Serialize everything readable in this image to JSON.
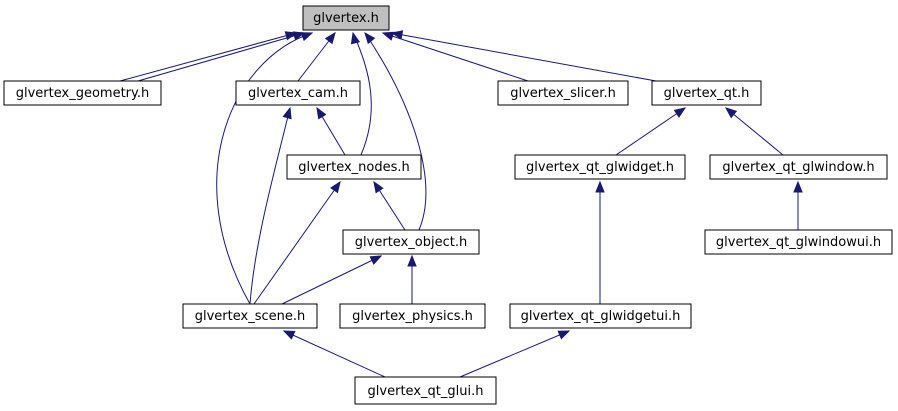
{
  "colors": {
    "edge": "#191970",
    "root_fill": "#bfbfbf",
    "node_fill": "#ffffff",
    "border": "#000000"
  },
  "nodes": {
    "glvertex_h": "glvertex.h",
    "glvertex_geometry_h": "glvertex_geometry.h",
    "glvertex_cam_h": "glvertex_cam.h",
    "glvertex_slicer_h": "glvertex_slicer.h",
    "glvertex_qt_h": "glvertex_qt.h",
    "glvertex_nodes_h": "glvertex_nodes.h",
    "glvertex_qt_glwidget_h": "glvertex_qt_glwidget.h",
    "glvertex_qt_glwindow_h": "glvertex_qt_glwindow.h",
    "glvertex_object_h": "glvertex_object.h",
    "glvertex_qt_glwindowui_h": "glvertex_qt_glwindowui.h",
    "glvertex_scene_h": "glvertex_scene.h",
    "glvertex_physics_h": "glvertex_physics.h",
    "glvertex_qt_glwidgetui_h": "glvertex_qt_glwidgetui.h",
    "glvertex_qt_glui_h": "glvertex_qt_glui.h"
  },
  "edges": [
    {
      "from": "glvertex_geometry_h",
      "to": "glvertex_h"
    },
    {
      "from": "glvertex_geometry_h",
      "to": "glvertex_h"
    },
    {
      "from": "glvertex_scene_h",
      "to": "glvertex_h"
    },
    {
      "from": "glvertex_cam_h",
      "to": "glvertex_h"
    },
    {
      "from": "glvertex_nodes_h",
      "to": "glvertex_h"
    },
    {
      "from": "glvertex_object_h",
      "to": "glvertex_h"
    },
    {
      "from": "glvertex_slicer_h",
      "to": "glvertex_h"
    },
    {
      "from": "glvertex_qt_h",
      "to": "glvertex_h"
    },
    {
      "from": "glvertex_nodes_h",
      "to": "glvertex_cam_h"
    },
    {
      "from": "glvertex_scene_h",
      "to": "glvertex_cam_h"
    },
    {
      "from": "glvertex_object_h",
      "to": "glvertex_nodes_h"
    },
    {
      "from": "glvertex_scene_h",
      "to": "glvertex_nodes_h"
    },
    {
      "from": "glvertex_scene_h",
      "to": "glvertex_object_h"
    },
    {
      "from": "glvertex_physics_h",
      "to": "glvertex_object_h"
    },
    {
      "from": "glvertex_qt_glwidget_h",
      "to": "glvertex_qt_h"
    },
    {
      "from": "glvertex_qt_glwindow_h",
      "to": "glvertex_qt_h"
    },
    {
      "from": "glvertex_qt_glwidgetui_h",
      "to": "glvertex_qt_glwidget_h"
    },
    {
      "from": "glvertex_qt_glwindowui_h",
      "to": "glvertex_qt_glwindow_h"
    },
    {
      "from": "glvertex_qt_glui_h",
      "to": "glvertex_scene_h"
    },
    {
      "from": "glvertex_qt_glui_h",
      "to": "glvertex_qt_glwidgetui_h"
    }
  ]
}
